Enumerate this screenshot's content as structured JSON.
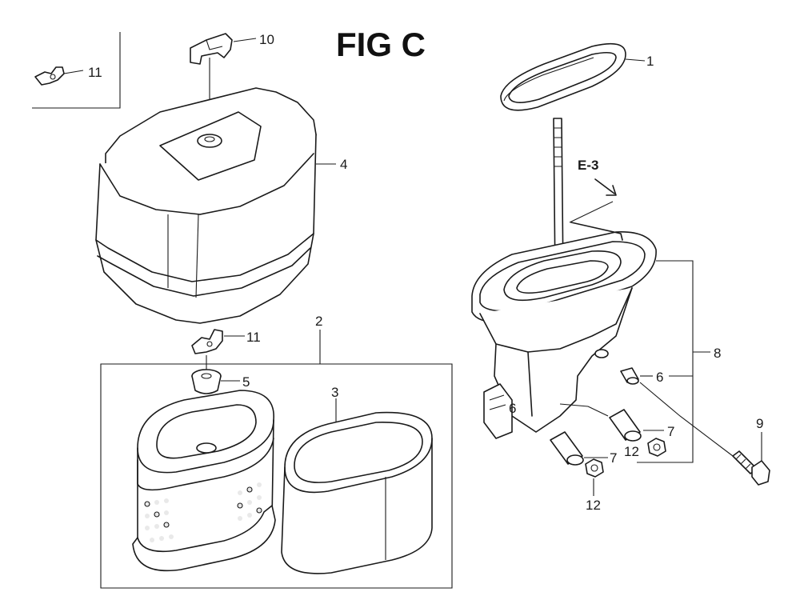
{
  "title": "FIG C",
  "reference": "E-3",
  "callouts": {
    "c1": "1",
    "c2": "2",
    "c3": "3",
    "c4": "4",
    "c5": "5",
    "c6a": "6",
    "c6b": "6",
    "c7a": "7",
    "c7b": "7",
    "c8": "8",
    "c9": "9",
    "c10": "10",
    "c11a": "11",
    "c11b": "11",
    "c12a": "12",
    "c12b": "12"
  }
}
